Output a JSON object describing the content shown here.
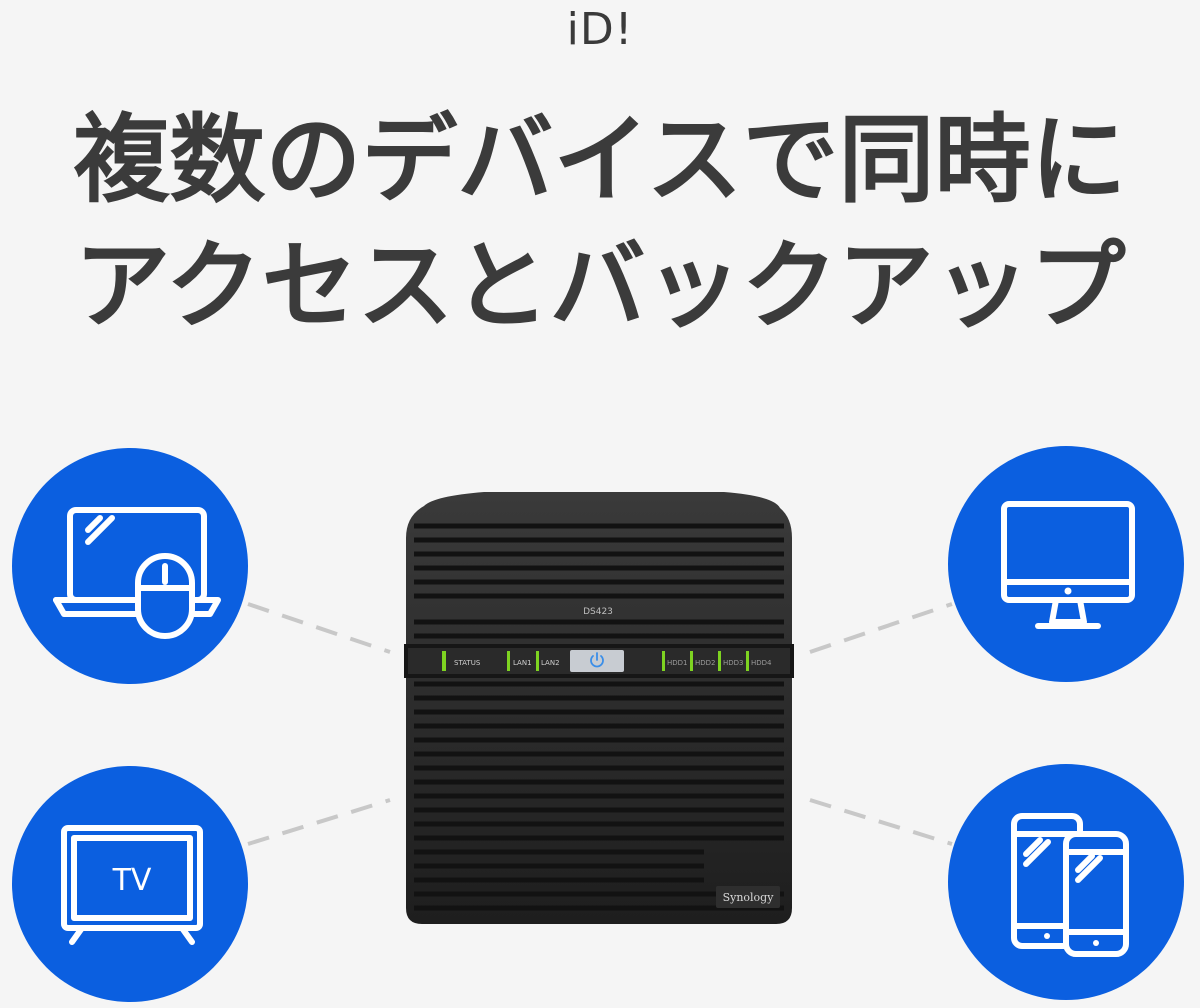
{
  "brand": {
    "logo_text": "iD!"
  },
  "headline": {
    "line1": "複数のデバイスで同時に",
    "line2": "アクセスとバックアップ"
  },
  "devices": {
    "left_top": {
      "icon": "laptop-mouse-icon"
    },
    "left_bottom": {
      "icon": "tv-icon",
      "label": "TV"
    },
    "right_top": {
      "icon": "desktop-monitor-icon"
    },
    "right_bottom": {
      "icon": "tablet-smartphone-icon"
    }
  },
  "nas": {
    "model": "DS423",
    "brand": "Synology",
    "indicators": {
      "status": "STATUS",
      "lan1": "LAN1",
      "lan2": "LAN2",
      "hdd1": "HDD1",
      "hdd2": "HDD2",
      "hdd3": "HDD3",
      "hdd4": "HDD4"
    }
  },
  "colors": {
    "accent_blue": "#0b5fe0",
    "background": "#f5f5f5",
    "headline": "#3b3b3b",
    "nas_body": "#2b2b2b",
    "led_green": "#7ed321",
    "power_blue": "#3b8ee8"
  }
}
